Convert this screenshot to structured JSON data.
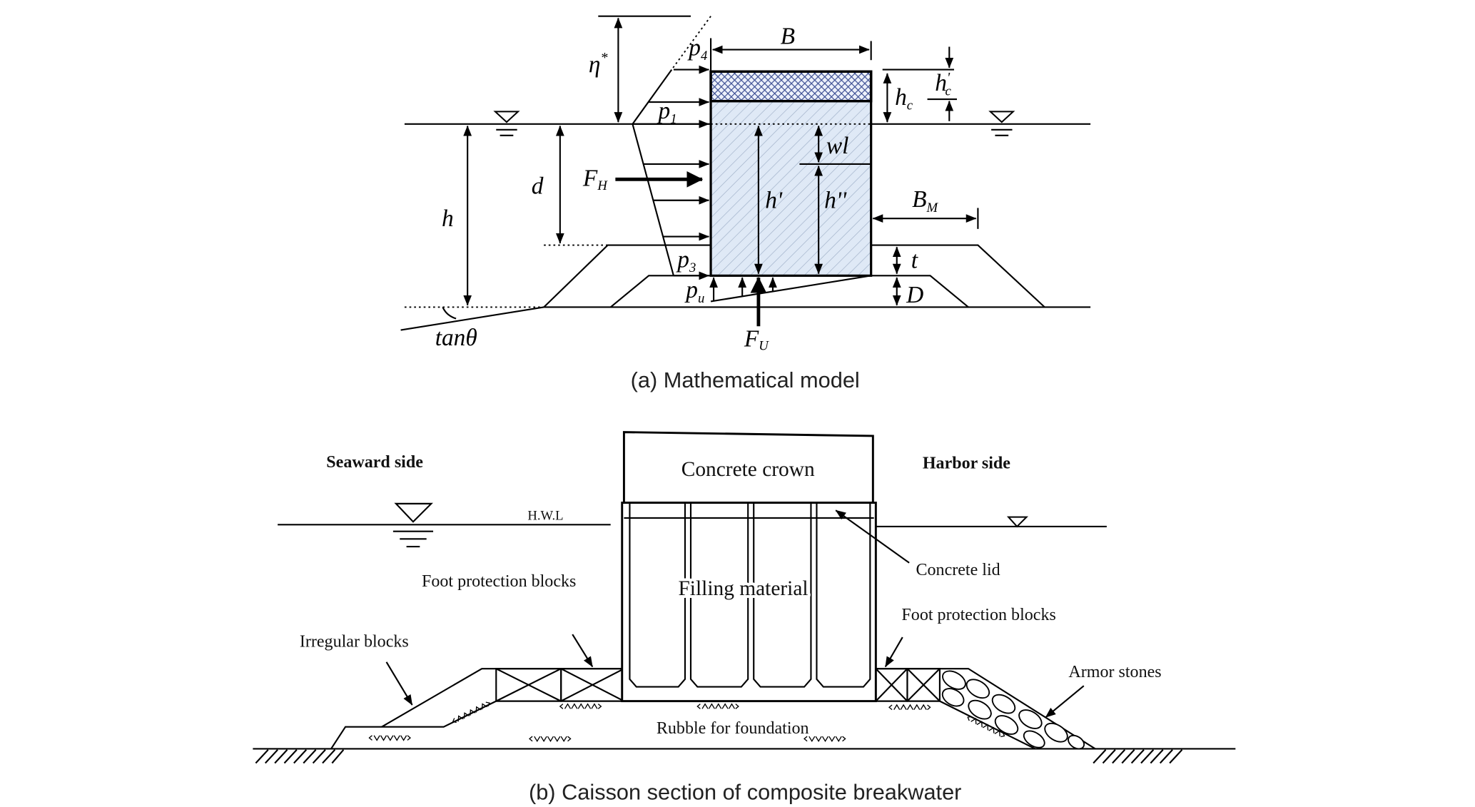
{
  "colors": {
    "caisson_fill": "#dfe9f6",
    "caisson_hatch": "#9fb0c8",
    "crown_fill": "#eef2fb",
    "crown_hatch": "#3d4f94"
  },
  "panel_a": {
    "caption": "(a) Mathematical model",
    "labels": {
      "B": "B",
      "eta": {
        "base": "η",
        "sup": "*"
      },
      "p4": {
        "base": "p",
        "sub": "4"
      },
      "p1": {
        "base": "p",
        "sub": "1"
      },
      "p3": {
        "base": "p",
        "sub": "3"
      },
      "pu": {
        "base": "p",
        "sub": "u"
      },
      "FH": {
        "base": "F",
        "sub": "H"
      },
      "FU": {
        "base": "F",
        "sub": "U"
      },
      "h": "h",
      "d": "d",
      "hc": {
        "base": "h",
        "sub": "c"
      },
      "hc_prime": {
        "base": "h",
        "sup": "'",
        "sub": "c"
      },
      "wl": "wl",
      "h_prime": "h'",
      "h_dprime": "h''",
      "BM": {
        "base": "B",
        "sub": "M"
      },
      "t": "t",
      "D": "D",
      "tan_theta": "tanθ"
    }
  },
  "panel_b": {
    "caption": "(b) Caisson section of composite breakwater",
    "seaward": "Seaward side",
    "harbor": "Harbor side",
    "hwl": "H.W.L",
    "concrete_crown": "Concrete crown",
    "filling": "Filling material",
    "concrete_lid": "Concrete lid",
    "foot_left": "Foot protection blocks",
    "foot_right": "Foot protection blocks",
    "irregular": "Irregular blocks",
    "armor": "Armor stones",
    "rubble": "Rubble for foundation"
  }
}
